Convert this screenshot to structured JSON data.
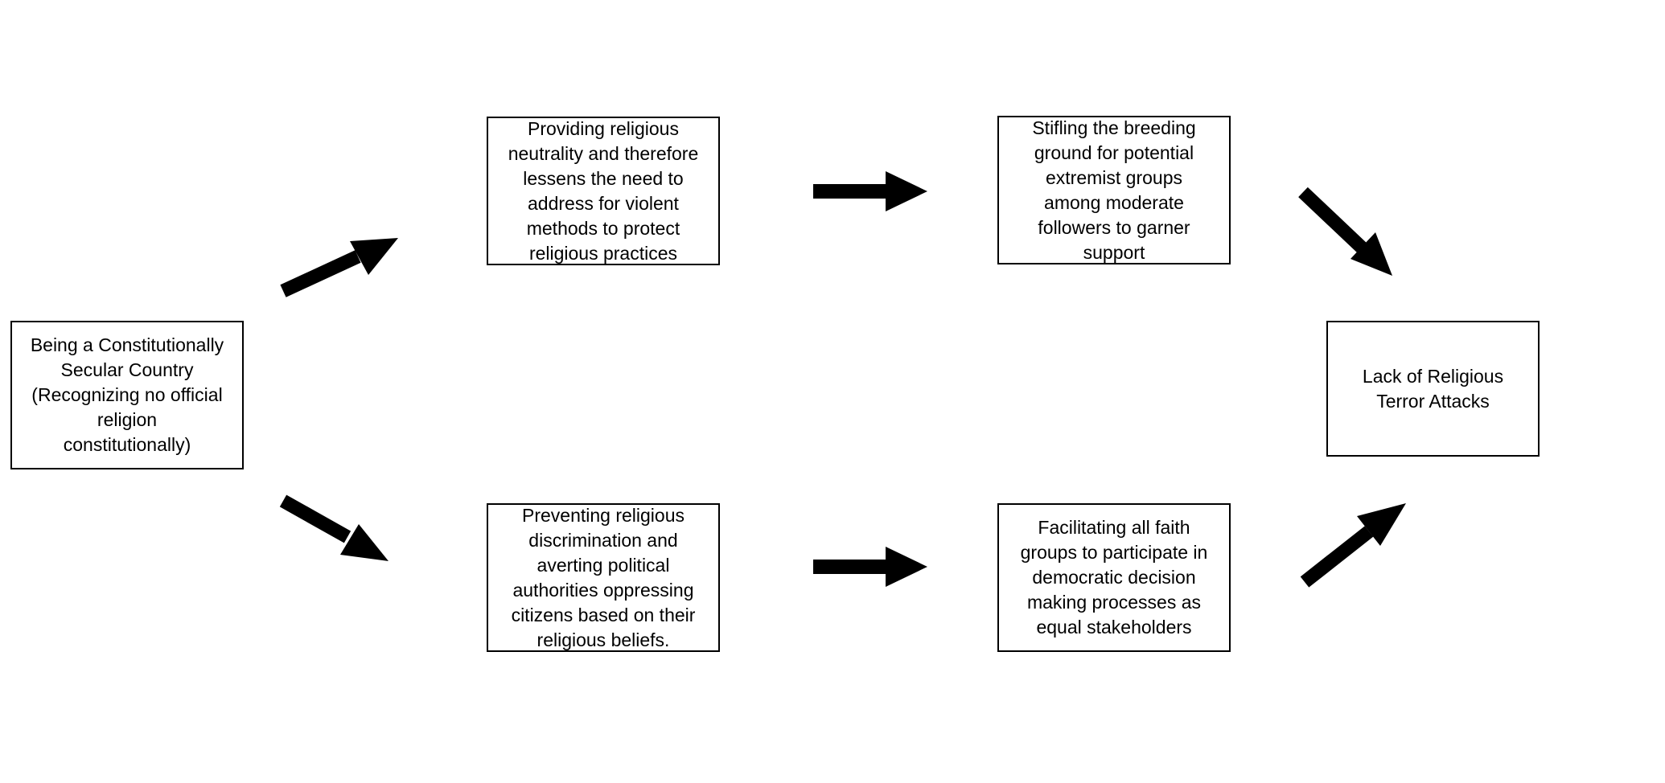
{
  "nodes": {
    "source": {
      "text": "Being a Constitutionally\nSecular Country\n(Recognizing no official\nreligion\nconstitutionally)"
    },
    "top_1": {
      "text": "Providing religious\nneutrality and therefore\nlessens the need to\naddress for violent\nmethods to protect\nreligious practices"
    },
    "top_2": {
      "text": "Stifling the breeding\nground for potential\nextremist groups\namong moderate\nfollowers to garner\nsupport"
    },
    "bottom_1": {
      "text": "Preventing religious\ndiscrimination and\naverting political\nauthorities oppressing\ncitizens based on their\nreligious beliefs."
    },
    "bottom_2": {
      "text": "Facilitating all faith\ngroups to participate in\ndemocratic decision\nmaking processes as\nequal stakeholders"
    },
    "outcome": {
      "text": "Lack of Religious\nTerror Attacks"
    }
  },
  "edges": [
    {
      "from": "source",
      "to": "top_1"
    },
    {
      "from": "source",
      "to": "bottom_1"
    },
    {
      "from": "top_1",
      "to": "top_2"
    },
    {
      "from": "bottom_1",
      "to": "bottom_2"
    },
    {
      "from": "top_2",
      "to": "outcome"
    },
    {
      "from": "bottom_2",
      "to": "outcome"
    }
  ],
  "colors": {
    "stroke": "#000000",
    "fill": "#ffffff",
    "arrow": "#000000"
  }
}
